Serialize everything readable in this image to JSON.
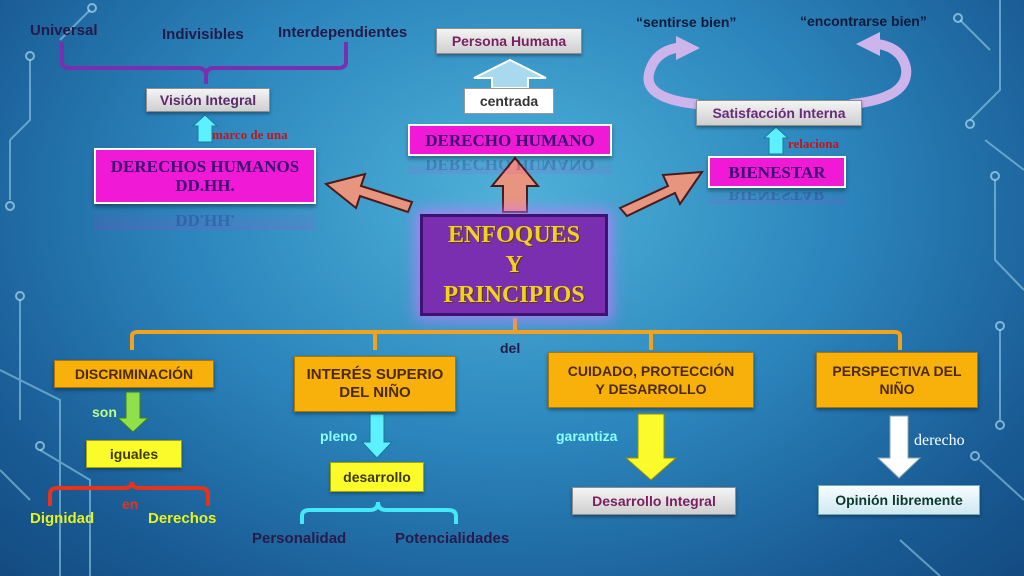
{
  "center": {
    "line1": "ENFOQUES",
    "line2": "Y",
    "line3": "PRINCIPIOS"
  },
  "left": {
    "top_labels": [
      "Universal",
      "Indivisibles",
      "Interdependientes"
    ],
    "vision": "Visión Integral",
    "connector": "marco de una",
    "main_line1": "DERECHOS HUMANOS",
    "main_line2": "DD.HH."
  },
  "middle_top": {
    "persona": "Persona Humana",
    "centrada": "centrada",
    "main": "DERECHO HUMANO"
  },
  "right_top": {
    "quote1": "“sentirse bien”",
    "quote2": "“encontrarse bien”",
    "satisfaccion": "Satisfacción Interna",
    "connector": "relaciona",
    "main": "BIENESTAR"
  },
  "connector_del": "del",
  "branches": {
    "discriminacion": {
      "title": "DISCRIMINACIÓN",
      "verb": "son",
      "result": "iguales",
      "en": "en",
      "leaf1": "Dignidad",
      "leaf2": "Derechos"
    },
    "interes": {
      "title_line1": "INTERÉS SUPERIO",
      "title_line2": "DEL NIÑO",
      "verb": "pleno",
      "result": "desarrollo",
      "leaf1": "Personalidad",
      "leaf2": "Potencialidades"
    },
    "cuidado": {
      "title_line1": "CUIDADO, PROTECCIÓN",
      "title_line2": "Y DESARROLLO",
      "verb": "garantiza",
      "result": "Desarrollo Integral"
    },
    "perspectiva": {
      "title_line1": "PERSPECTIVA DEL",
      "title_line2": "NIÑO",
      "verb": "derecho",
      "result": "Opinión libremente"
    }
  },
  "colors": {
    "magenta": "#f019d6",
    "purple": "#7a2fb0",
    "orange": "#f8b10b",
    "yellow": "#fbfb2b",
    "salmon": "#e8957f",
    "cyan": "#22e0f0"
  }
}
